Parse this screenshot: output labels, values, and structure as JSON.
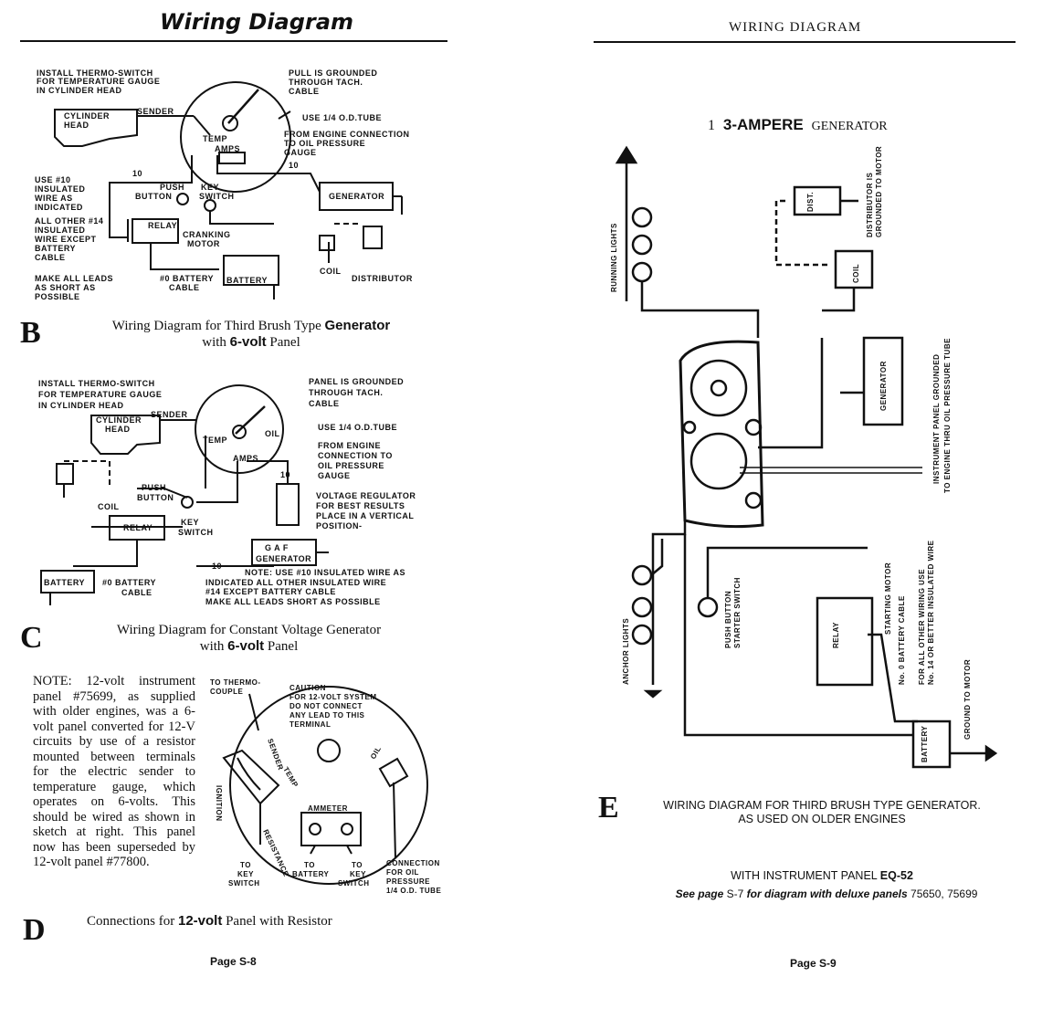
{
  "left": {
    "header": "Wiring Diagram",
    "diagram_b": {
      "labels": [
        "INSTALL THERMO-SWITCH",
        "FOR TEMPERATURE GAUGE",
        "IN CYLINDER HEAD",
        "CYLINDER",
        "HEAD",
        "SENDER",
        "TEMP",
        "AMPS",
        "PULL IS GROUNDED",
        "THROUGH TACH.",
        "CABLE",
        "USE 1/4 O.D.TUBE",
        "FROM ENGINE CONNECTION",
        "TO OIL PRESSURE",
        "GAUGE",
        "10",
        "10",
        "USE #10",
        "INSULATED",
        "WIRE AS",
        "INDICATED",
        "ALL OTHER #14",
        "INSULATED",
        "WIRE EXCEPT",
        "BATTERY",
        "CABLE",
        "PUSH",
        "BUTTON",
        "KEY",
        "SWITCH",
        "RELAY",
        "CRANKING",
        "MOTOR",
        "GENERATOR",
        "COIL",
        "DISTRIBUTOR",
        "MAKE ALL LEADS",
        "AS SHORT AS",
        "POSSIBLE",
        "#0 BATTERY",
        "CABLE",
        "BATTERY"
      ]
    },
    "caption_b": {
      "letter": "B",
      "line1": "Wiring Diagram for Third Brush Type",
      "line1_bold": "Generator",
      "line2_pre": "with",
      "line2_bold": "6-volt",
      "line2_post": "Panel"
    },
    "diagram_c": {
      "labels": [
        "INSTALL THERMO-SWITCH",
        "FOR TEMPERATURE GAUGE",
        "IN CYLINDER HEAD",
        "CYLINDER",
        "HEAD",
        "SENDER",
        "TEMP",
        "OIL",
        "AMPS",
        "PANEL IS GROUNDED",
        "THROUGH TACH.",
        "CABLE",
        "USE 1/4 O.D.TUBE",
        "FROM ENGINE",
        "CONNECTION TO",
        "OIL PRESSURE",
        "GAUGE",
        "10",
        "VOLTAGE REGULATOR",
        "FOR BEST RESULTS",
        "PLACE IN A VERTICAL",
        "POSITION-",
        "PUSH",
        "BUTTON",
        "KEY",
        "SWITCH",
        "COIL",
        "RELAY",
        "10",
        "GENERATOR",
        "G A F",
        "BATTERY",
        "#0 BATTERY",
        "CABLE",
        "NOTE: USE #10 INSULATED WIRE AS",
        "INDICATED ALL OTHER INSULATED WIRE",
        "#14 EXCEPT BATTERY CABLE",
        "MAKE ALL LEADS SHORT AS POSSIBLE"
      ]
    },
    "caption_c": {
      "letter": "C",
      "line1": "Wiring Diagram for Constant Voltage Generator",
      "line2_pre": "with",
      "line2_bold": "6-volt",
      "line2_post": "Panel"
    },
    "note_d": "NOTE: 12-volt instrument panel #75699, as supplied with older engines, was a 6-volt panel converted for 12-V circuits by use of a resistor mounted between terminals for the electric sender to temperature gauge, which operates on 6-volts. This should be wired as shown in sketch at right. This panel now has been superseded by 12-volt panel #77800.",
    "diagram_d": {
      "labels": [
        "TO THERMO-",
        "COUPLE",
        "CAUTION",
        "FOR 12-VOLT SYSTEM",
        "DO NOT CONNECT",
        "ANY LEAD TO THIS",
        "TERMINAL",
        "SENDER",
        "TEMP",
        "OIL",
        "IGNITION",
        "RESISTANCE",
        "AMMETER",
        "TO",
        "KEY",
        "SWITCH",
        "TO",
        "BATTERY",
        "TO",
        "KEY",
        "SWITCH",
        "CONNECTION",
        "FOR OIL",
        "PRESSURE",
        "1/4 O.D. TUBE"
      ]
    },
    "caption_d": {
      "letter": "D",
      "pre": "Connections for",
      "bold": "12-volt",
      "post": "Panel with Resistor"
    },
    "page_number": "Page S-8"
  },
  "right": {
    "header": "WIRING DIAGRAM",
    "title": {
      "num": "1",
      "bold": "3-AMPERE",
      "rest": "GENERATOR"
    },
    "diagram_e": {
      "labels": [
        "RUNNING LIGHTS",
        "DISTRIBUTOR IS",
        "GROUNDED TO MOTOR",
        "DIST.",
        "COIL",
        "GENERATOR",
        "INSTRUMENT PANEL GROUNDED",
        "TO ENGINE THRU OIL PRESSURE TUBE",
        "ANCHOR LIGHTS",
        "PUSH BUTTON",
        "STARTER SWITCH",
        "RELAY",
        "STARTING MOTOR",
        "No. 0 BATTERY CABLE",
        "FOR ALL OTHER WIRING USE",
        "No. 14 OR BETTER INSULATED WIRE",
        "GROUND TO MOTOR",
        "BATTERY"
      ]
    },
    "caption_e": {
      "letter": "E",
      "line1": "WIRING DIAGRAM FOR THIRD BRUSH TYPE GENERATOR.",
      "line2": "AS USED ON OLDER ENGINES"
    },
    "sub": {
      "pre": "WITH INSTRUMENT PANEL",
      "bold": "EQ-52"
    },
    "see": {
      "italic": "See page",
      "mid": "S-7",
      "italic2": "for diagram with deluxe panels",
      "nums": "75650, 75699"
    },
    "page_number": "Page S-9"
  }
}
